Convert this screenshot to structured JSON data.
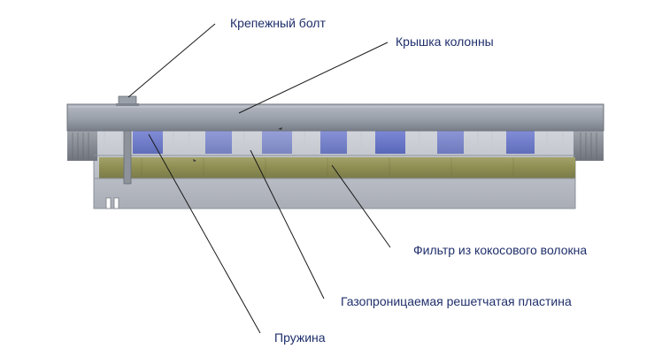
{
  "labels": {
    "bolt": "Крепежный болт",
    "cover": "Крышка колонны",
    "filter": "Фильтр из кокосового волокна",
    "plate": "Газопроницаемая решетчатая пластина",
    "spring": "Пружина"
  },
  "colors": {
    "cover_top": "#a7adb7",
    "cover_bottom": "#7d838d",
    "body": "#b9bcc4",
    "windows": "#4f5fc4",
    "filter": "#8f8f55",
    "leader": "#1a1a1a",
    "text": "#1f2f6b"
  }
}
